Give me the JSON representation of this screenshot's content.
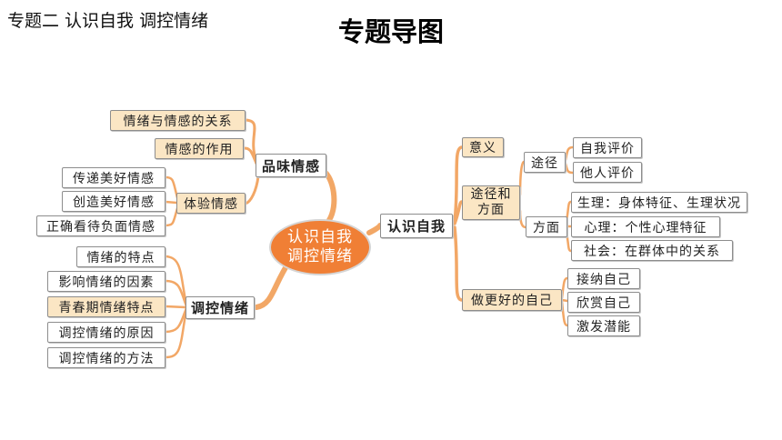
{
  "header": {
    "subtitle": "专题二  认识自我  调控情绪",
    "title": "专题导图"
  },
  "center": {
    "line1": "认识自我",
    "line2": "调控情绪"
  },
  "left": {
    "pinwei": {
      "label": "品味情感",
      "children": [
        "情绪与情感的关系",
        "情感的作用"
      ],
      "tiyan": {
        "label": "体验情感",
        "children": [
          "传递美好情感",
          "创造美好情感",
          "正确看待负面情感"
        ]
      }
    },
    "tiaokong": {
      "label": "调控情绪",
      "children": [
        "情绪的特点",
        "影响情绪的因素",
        "青春期情绪特点",
        "调控情绪的原因",
        "调控情绪的方法"
      ]
    }
  },
  "right": {
    "renshi": {
      "label": "认识自我",
      "yiyi": "意义",
      "tujing": {
        "line1": "途径和",
        "line2": "方面",
        "tujing_sub": {
          "label": "途径",
          "children": [
            "自我评价",
            "他人评价"
          ]
        },
        "fangmian": {
          "label": "方面",
          "children": [
            "生理：身体特征、生理状况",
            "心理：个性心理特征",
            "社会：在群体中的关系"
          ]
        }
      },
      "zuogenghao": {
        "label": "做更好的自己",
        "children": [
          "接纳自己",
          "欣赏自己",
          "激发潜能"
        ]
      }
    }
  },
  "colors": {
    "center_fill": "#f07f35",
    "branch": "#f2a766",
    "tan_node": "#fbe6c4"
  }
}
